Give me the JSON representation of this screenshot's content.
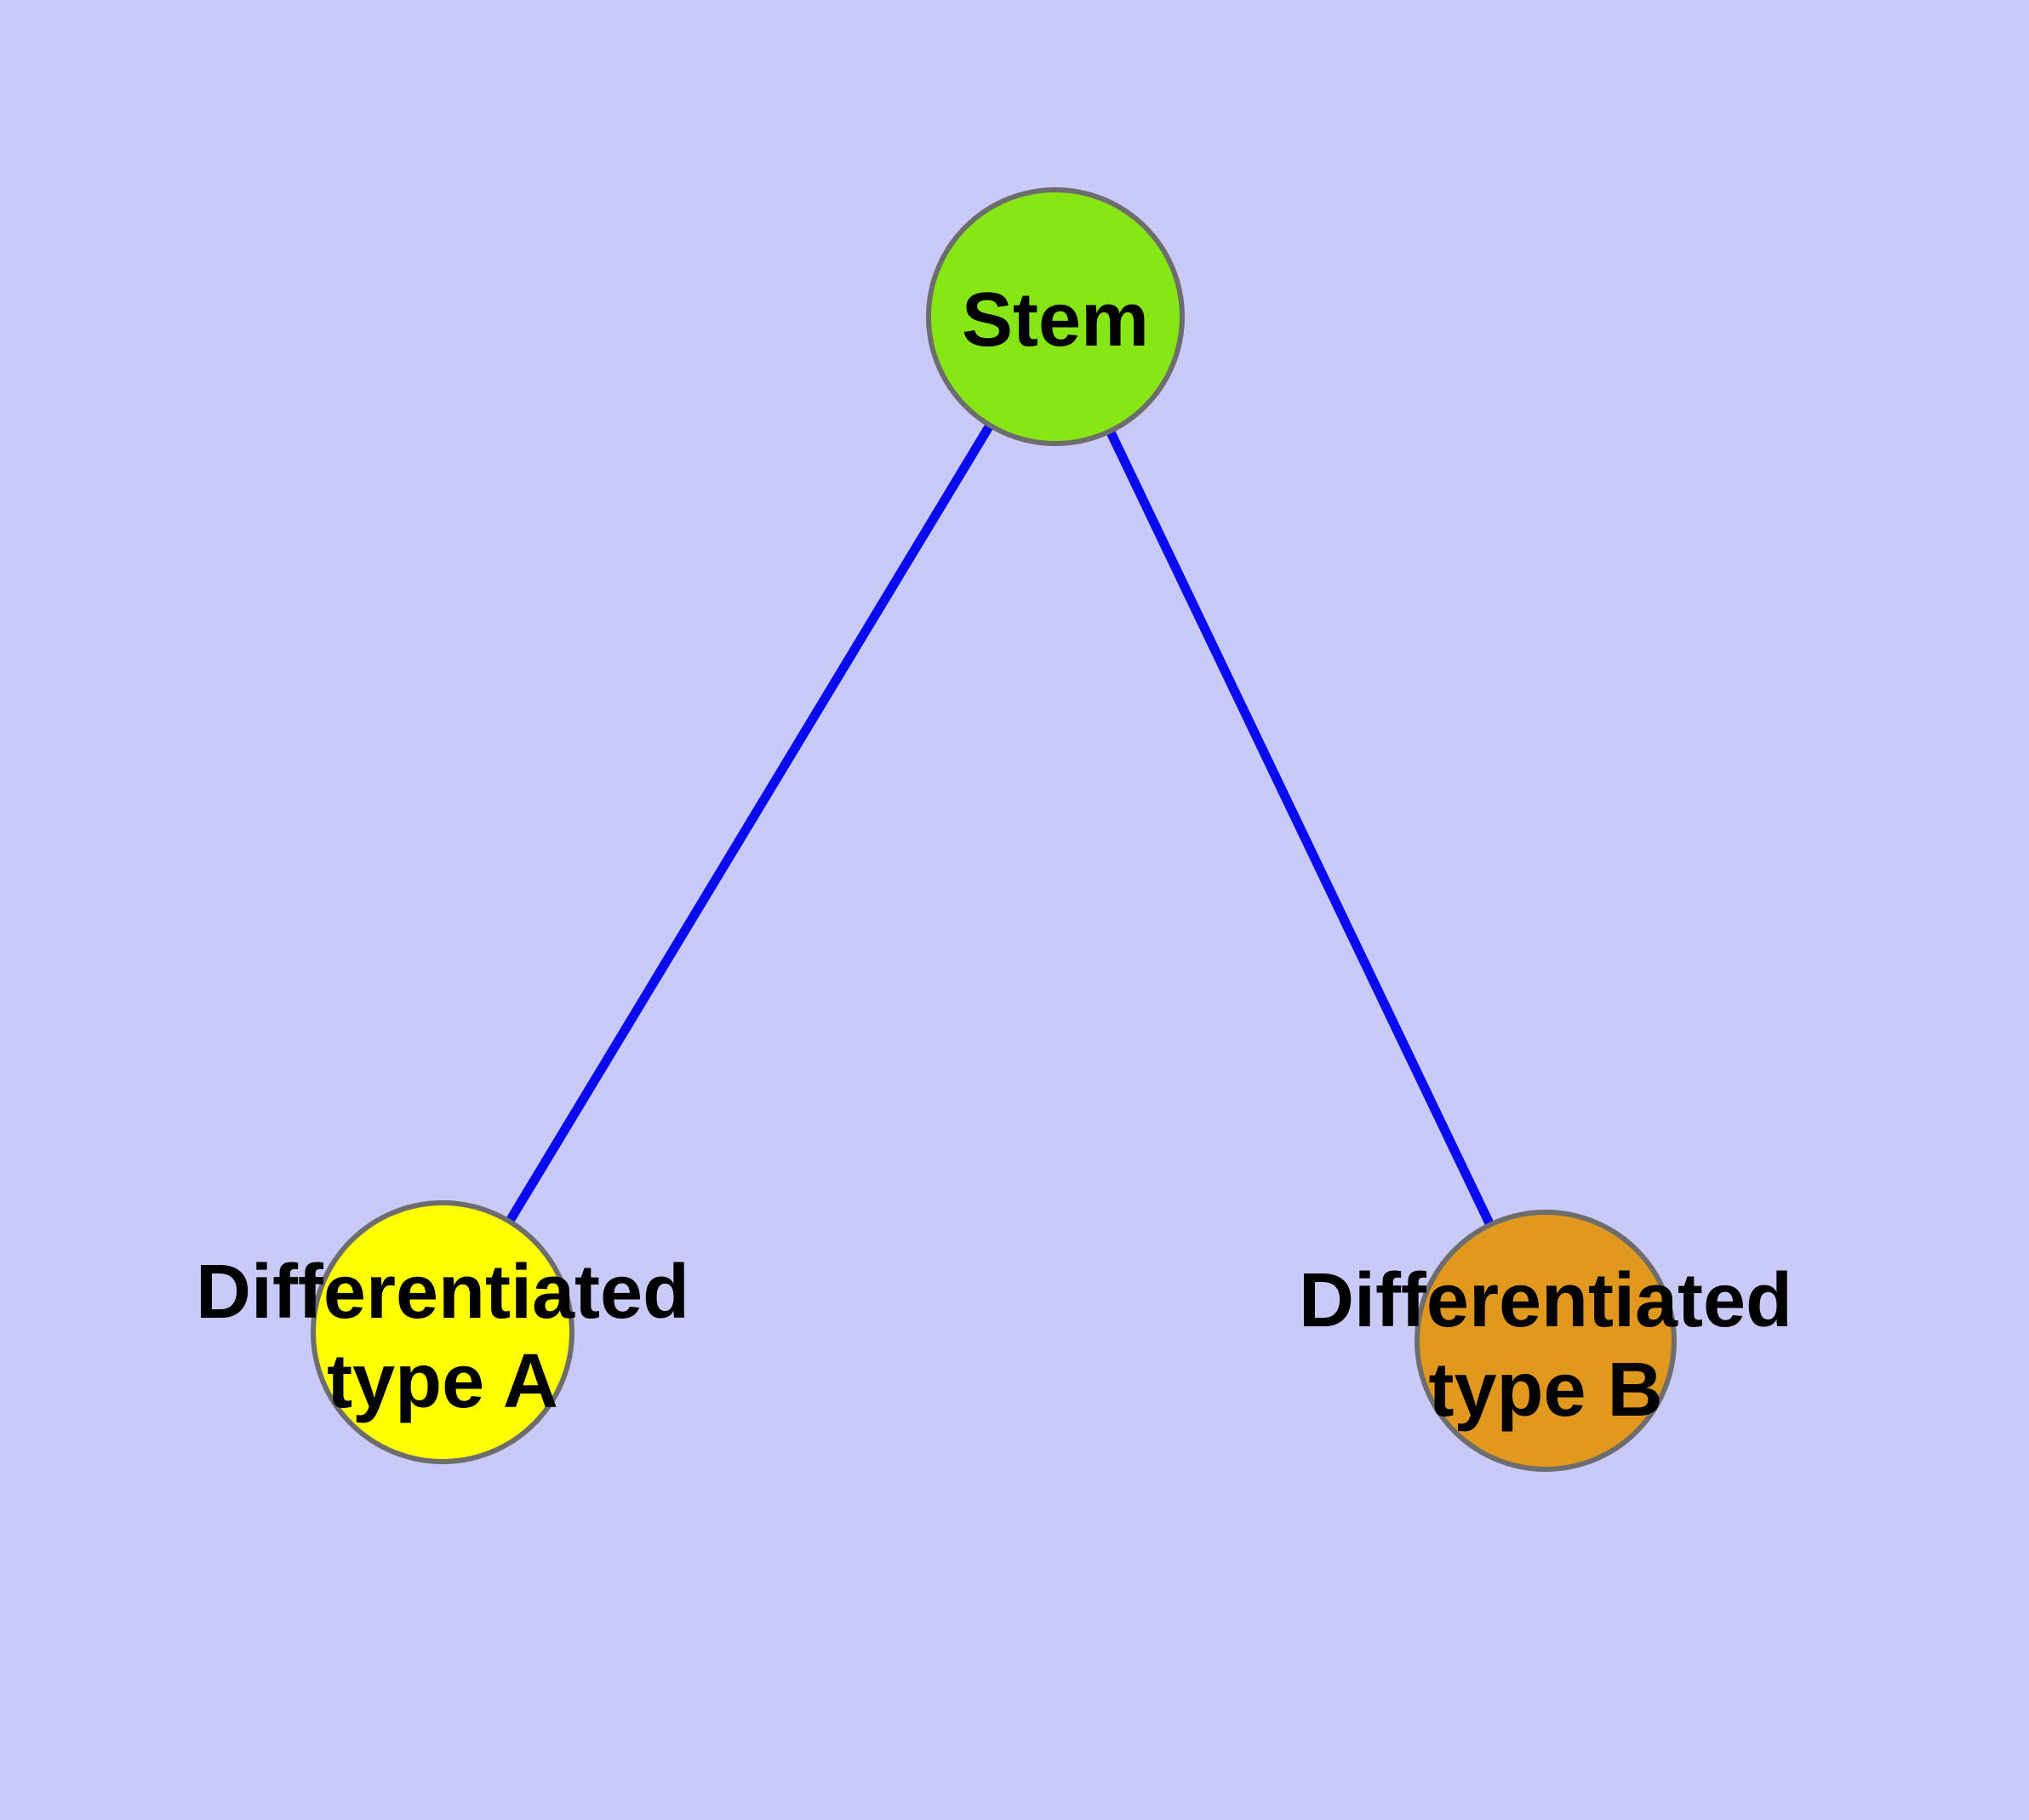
{
  "diagram": {
    "type": "node-link-graph",
    "background_color": "#CACAF9",
    "edge_color": "#0A0AF0",
    "node_border_color": "#6D6D6D",
    "label_color": "#000000",
    "nodes": {
      "stem": {
        "label": "Stem",
        "fill": "#87E714"
      },
      "type_a": {
        "label_line1": "Differentiated",
        "label_line2": "type A",
        "label_full": "Differentiated type A",
        "fill": "#FFFF00"
      },
      "type_b": {
        "label_line1": "Differentiated",
        "label_line2": "type B",
        "label_full": "Differentiated type B",
        "fill": "#E1981E"
      }
    },
    "edges": [
      {
        "from": "Stem",
        "to": "Differentiated type A"
      },
      {
        "from": "Stem",
        "to": "Differentiated type B"
      }
    ]
  }
}
